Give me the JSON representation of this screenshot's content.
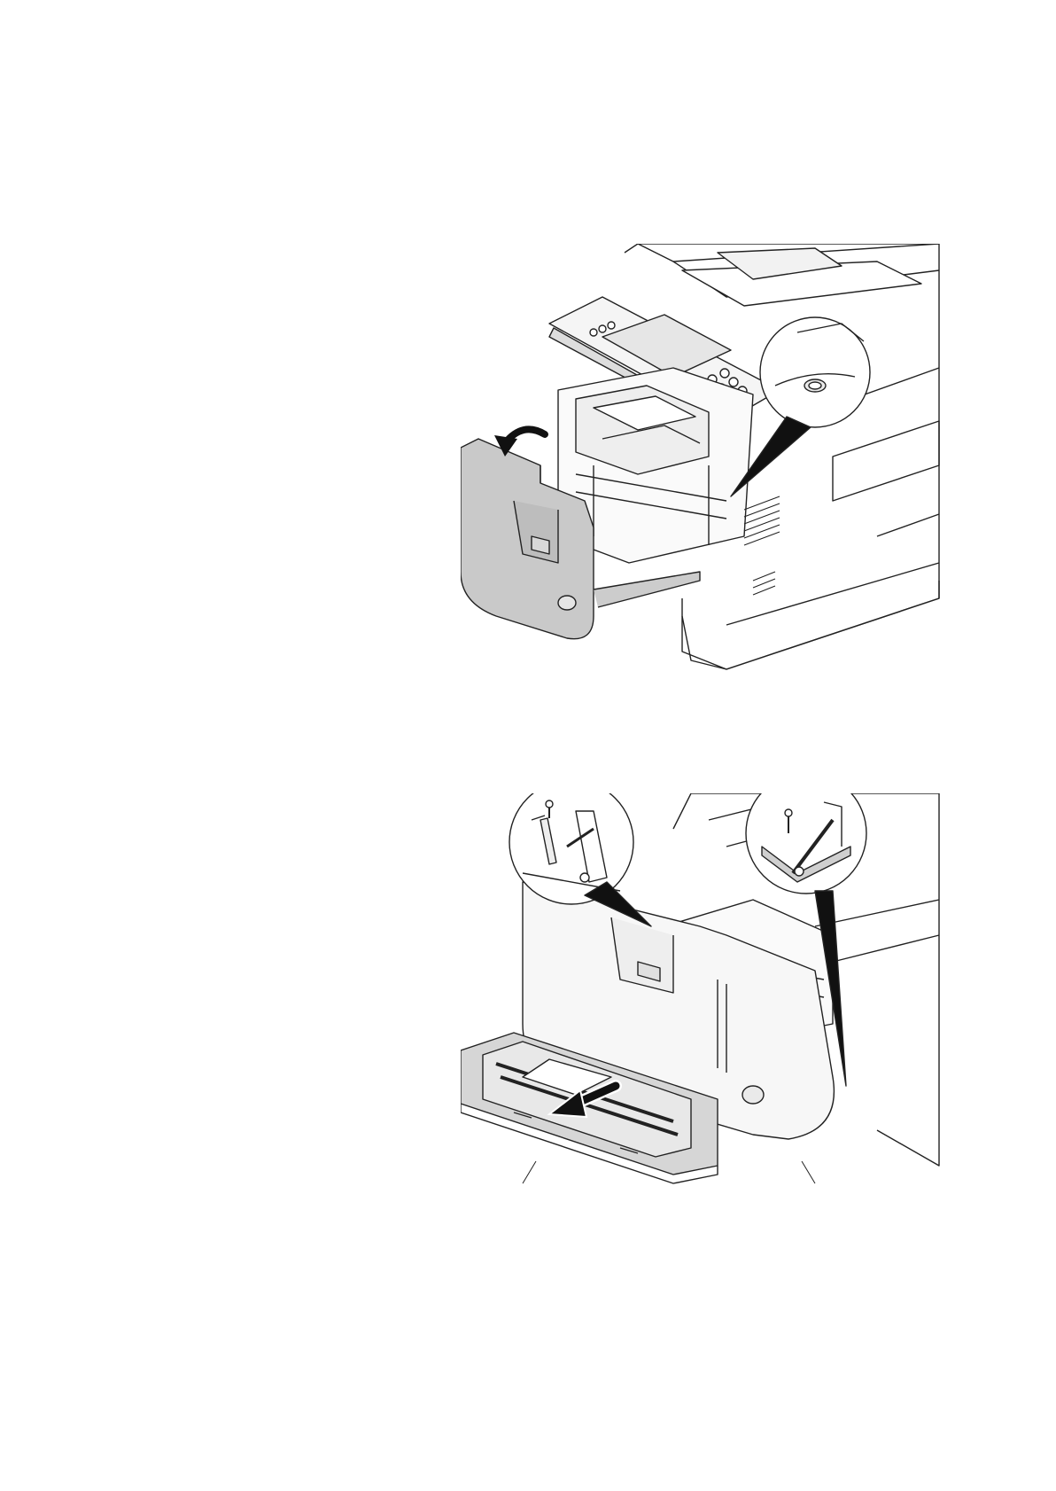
{
  "figures": [
    {
      "id": "figure-1",
      "description_icons": [
        "printer-body",
        "front-cover-open",
        "rotate-arrow-icon",
        "open-button-callout"
      ]
    },
    {
      "id": "figure-2",
      "description_icons": [
        "front-cover",
        "screw-callout-left",
        "screw-callout-right",
        "paper-feed-unit",
        "pull-out-arrow-icon"
      ]
    }
  ]
}
